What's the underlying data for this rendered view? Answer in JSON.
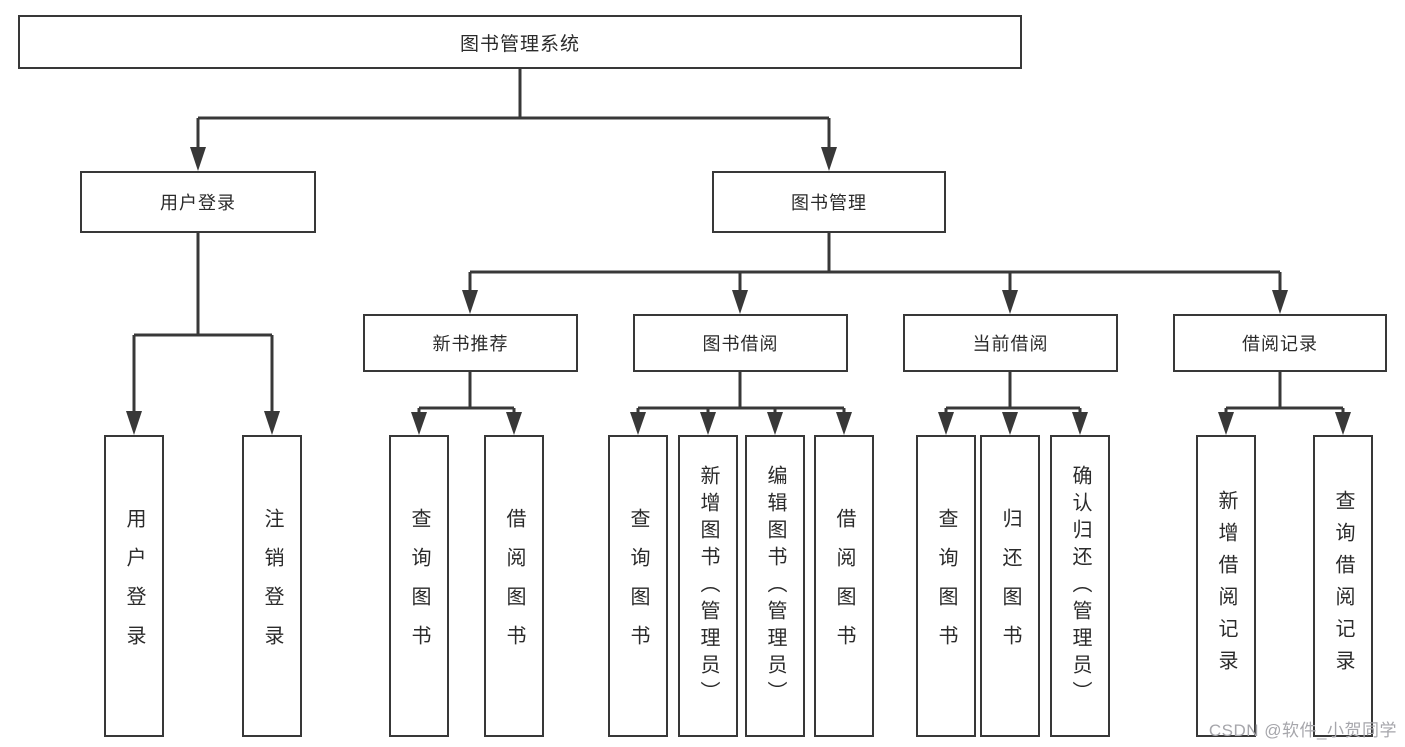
{
  "diagram": {
    "root": {
      "label": "图书管理系统"
    },
    "level1": [
      {
        "label": "用户登录"
      },
      {
        "label": "图书管理"
      }
    ],
    "level2": [
      {
        "label": "新书推荐"
      },
      {
        "label": "图书借阅"
      },
      {
        "label": "当前借阅"
      },
      {
        "label": "借阅记录"
      }
    ],
    "leaves": [
      {
        "label": "用户登录",
        "parent": "用户登录"
      },
      {
        "label": "注销登录",
        "parent": "用户登录"
      },
      {
        "label": "查询图书",
        "parent": "新书推荐"
      },
      {
        "label": "借阅图书",
        "parent": "新书推荐"
      },
      {
        "label": "查询图书",
        "parent": "图书借阅"
      },
      {
        "label": "新增图书（管理员）",
        "parent": "图书借阅"
      },
      {
        "label": "编辑图书（管理员）",
        "parent": "图书借阅"
      },
      {
        "label": "借阅图书",
        "parent": "图书借阅"
      },
      {
        "label": "查询图书",
        "parent": "当前借阅"
      },
      {
        "label": "归还图书",
        "parent": "当前借阅"
      },
      {
        "label": "确认归还（管理员）",
        "parent": "当前借阅"
      },
      {
        "label": "新增借阅记录",
        "parent": "借阅记录"
      },
      {
        "label": "查询借阅记录",
        "parent": "借阅记录"
      }
    ]
  },
  "watermark": {
    "text": "CSDN @软件_小贺同学"
  },
  "colors": {
    "line": "#383838",
    "text": "#2b2b2b",
    "background": "#ffffff",
    "watermark": "#a6a6ab"
  }
}
